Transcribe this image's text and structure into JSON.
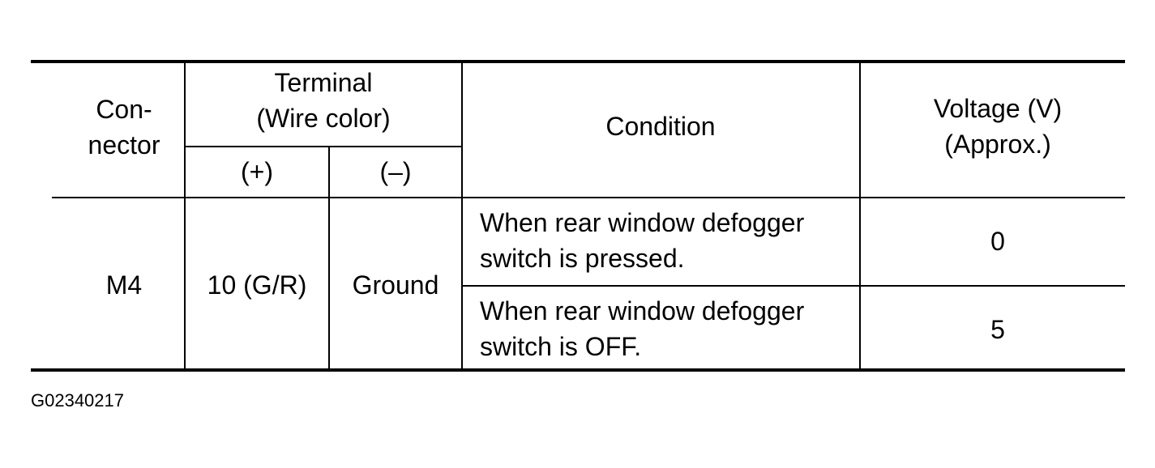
{
  "table": {
    "headers": {
      "connector": [
        "Con-",
        "nector"
      ],
      "terminal": [
        "Terminal",
        "(Wire color)"
      ],
      "plus": "(+)",
      "minus": "(–)",
      "condition": "Condition",
      "voltage": [
        "Voltage (V)",
        "(Approx.)"
      ]
    },
    "rows": [
      {
        "connector": "M4",
        "plus": "10 (G/R)",
        "minus": "Ground",
        "condition_lines": [
          "When rear window defogger",
          "switch is pressed."
        ],
        "voltage": "0"
      },
      {
        "condition_lines": [
          "When rear window defogger",
          "switch is OFF."
        ],
        "voltage": "5"
      }
    ]
  },
  "figure_id": "G02340217"
}
